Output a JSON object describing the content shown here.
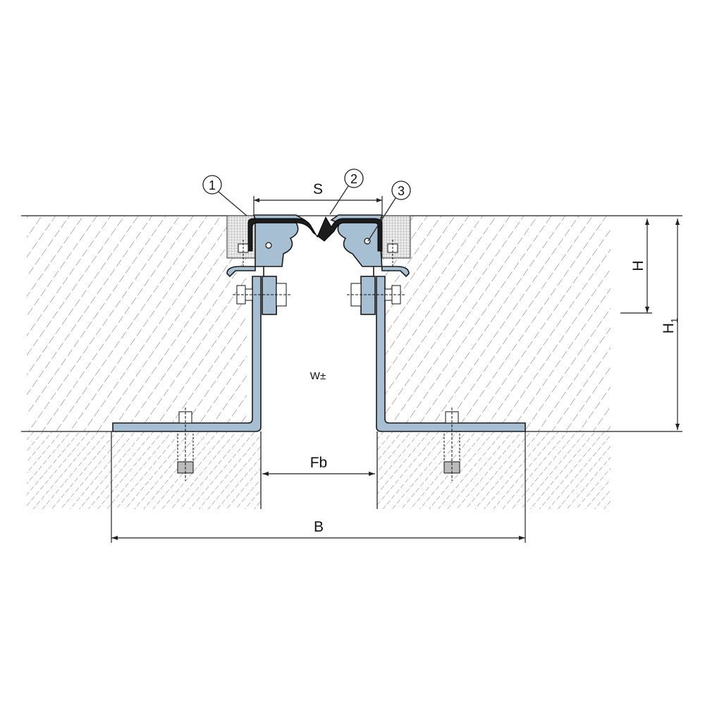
{
  "callouts": [
    "1",
    "2",
    "3"
  ],
  "labels": {
    "S": "S",
    "W": "W±",
    "Fb": "Fb",
    "B": "B",
    "H": "H",
    "H1_main": "H",
    "H1_sub": "1"
  },
  "colors": {
    "steel": "#a7bfd3",
    "seal": "#1c1c1c",
    "line": "#222222"
  }
}
